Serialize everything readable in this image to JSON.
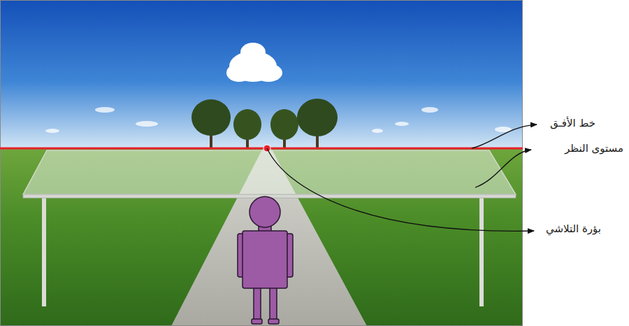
{
  "diagram": {
    "labels": [
      "خط الأفـق",
      "مستوى النظر",
      "بؤرة التلاشي"
    ]
  }
}
